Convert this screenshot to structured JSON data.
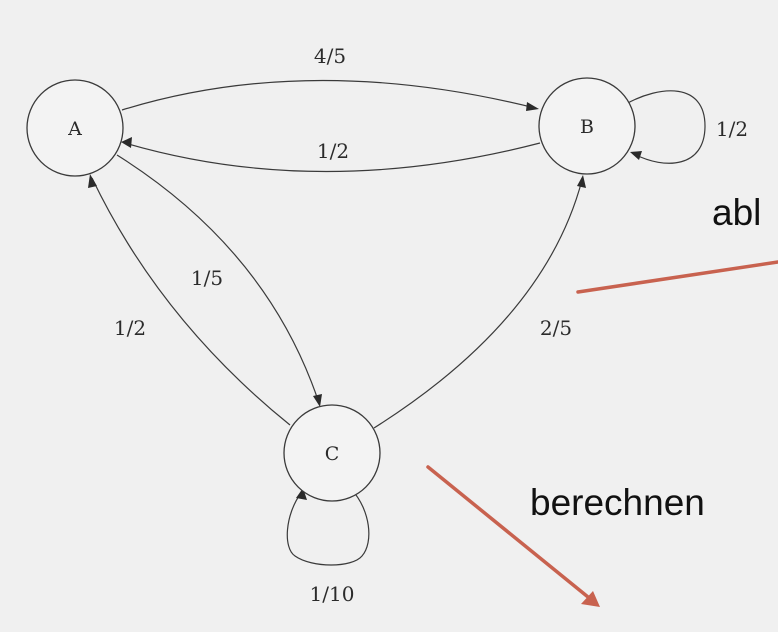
{
  "nodes": {
    "a": {
      "label": "A"
    },
    "b": {
      "label": "B"
    },
    "c": {
      "label": "C"
    }
  },
  "edges": {
    "a_to_b": "4/5",
    "b_to_a": "1/2",
    "b_to_b": "1/2",
    "a_to_c": "1/5",
    "c_to_a": "1/2",
    "c_to_b": "2/5",
    "c_to_c": "1/10"
  },
  "annotations": {
    "partial_word": "abl",
    "word": "berechnen"
  },
  "colors": {
    "annotation_arrow": "#c8624f",
    "background": "#f0f0f0",
    "ink": "#3a3a3a"
  }
}
